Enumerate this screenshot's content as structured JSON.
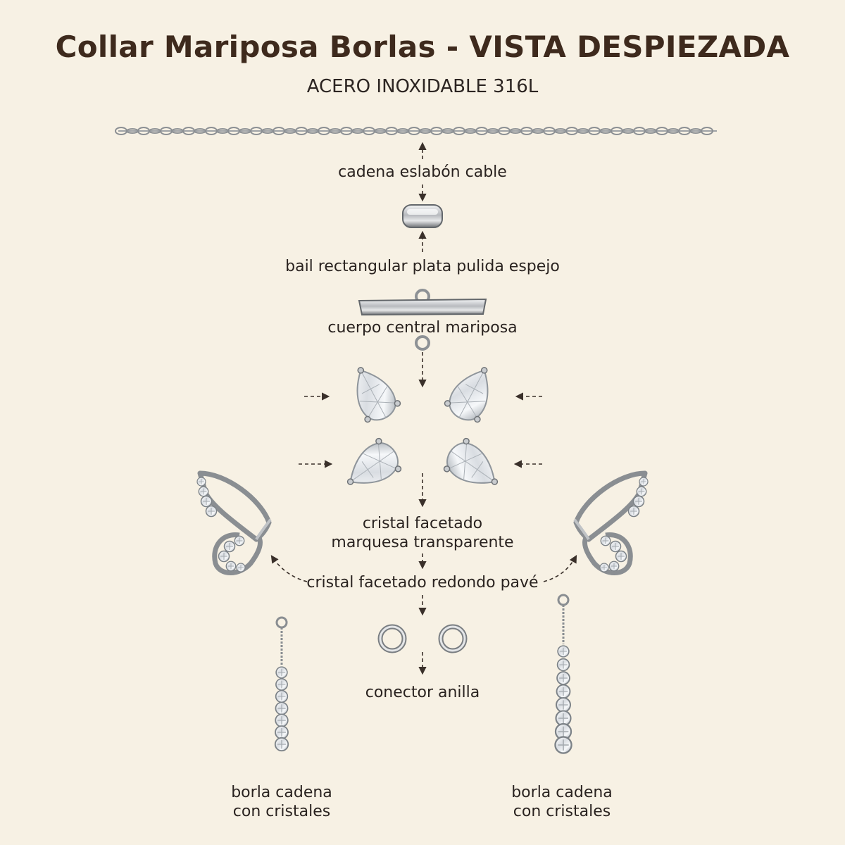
{
  "title": "Collar Mariposa Borlas - VISTA DESPIEZADA",
  "subtitle": "ACERO INOXIDABLE 316L",
  "labels": {
    "chain": "cadena eslabón cable",
    "bail": "bail rectangular plata pulida espejo",
    "body": "cuerpo central mariposa",
    "crystal_line1": "cristal facetado",
    "crystal_line2": "marquesa transparente",
    "pave": "cristal facetado redondo pavé",
    "ring": "conector anilla",
    "tassel_left_line1": "borla cadena",
    "tassel_left_line2": "con cristales",
    "tassel_right_line1": "borla cadena",
    "tassel_right_line2": "con cristales"
  },
  "colors": {
    "background": "#f7f1e4",
    "title": "#3e2a1d",
    "metal": "#b9bcc0",
    "metal_dark": "#6e7276",
    "arrow": "#3a302a"
  }
}
